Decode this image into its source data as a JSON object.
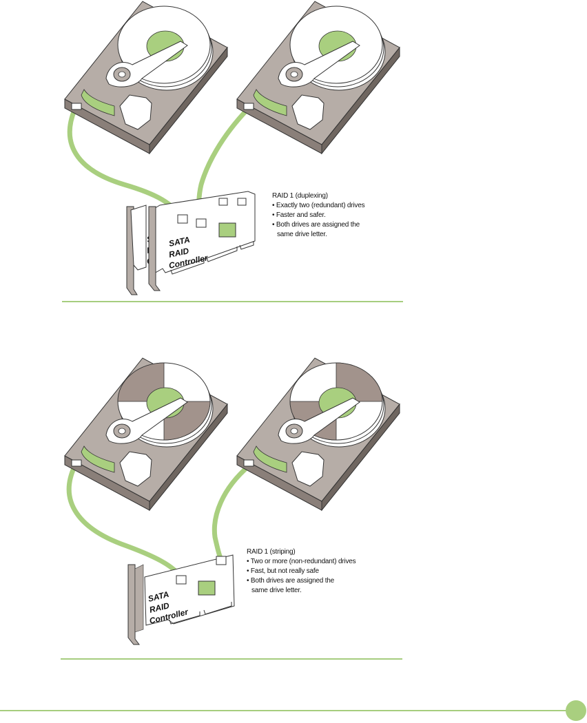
{
  "colors": {
    "green": "#a9cf7f",
    "green_dark": "#8fbf63",
    "green_rule": "#a6cd7e",
    "drive_top": "#b6ada7",
    "drive_side": "#8a7f79",
    "stripe": "#a2938c",
    "card": "#ffffff",
    "outline": "#333333"
  },
  "top_panel": {
    "caption": {
      "title": "RAID 1 (duplexing)",
      "items": [
        "Exactly two (redundant) drives",
        "Faster and safer.",
        "Both drives are assigned the"
      ],
      "continuation": "same drive letter."
    },
    "card_front_label": [
      "SATA",
      "RAID",
      "Controller"
    ],
    "card_back_label": [
      "S",
      "R",
      "C"
    ]
  },
  "bottom_panel": {
    "caption": {
      "title": "RAID 1 (striping)",
      "items": [
        "Two or more (non-redundant) drives",
        "Fast, but not really safe",
        "Both drives are assigned the"
      ],
      "continuation": "same drive letter."
    },
    "card_label": [
      "SATA",
      "RAID",
      "Controller"
    ]
  }
}
